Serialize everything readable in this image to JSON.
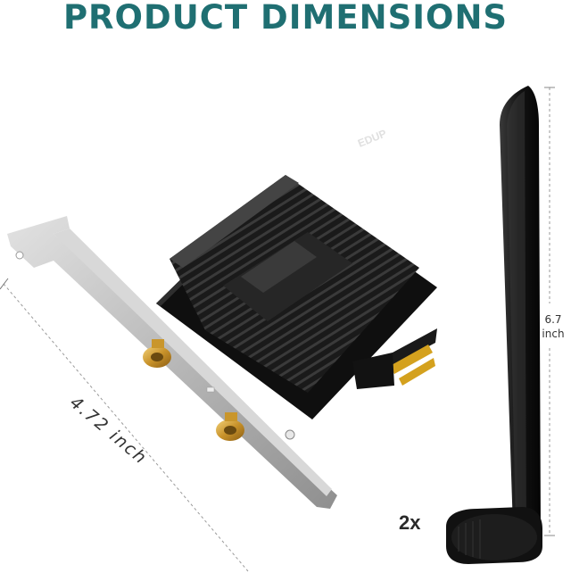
{
  "title": "PRODUCT DIMENSIONS",
  "dimensions": {
    "width_text": "4.72 inch",
    "height_value": "6.7",
    "height_unit": "inch"
  },
  "antenna_quantity": "2x",
  "brand_logo": "EDUP",
  "colors": {
    "title": "#1f6f72",
    "heatsink": "#1b1b1b",
    "bracket": "#c9c9c9",
    "connector": "#d9a53a",
    "contacts": "#d4a11e"
  }
}
